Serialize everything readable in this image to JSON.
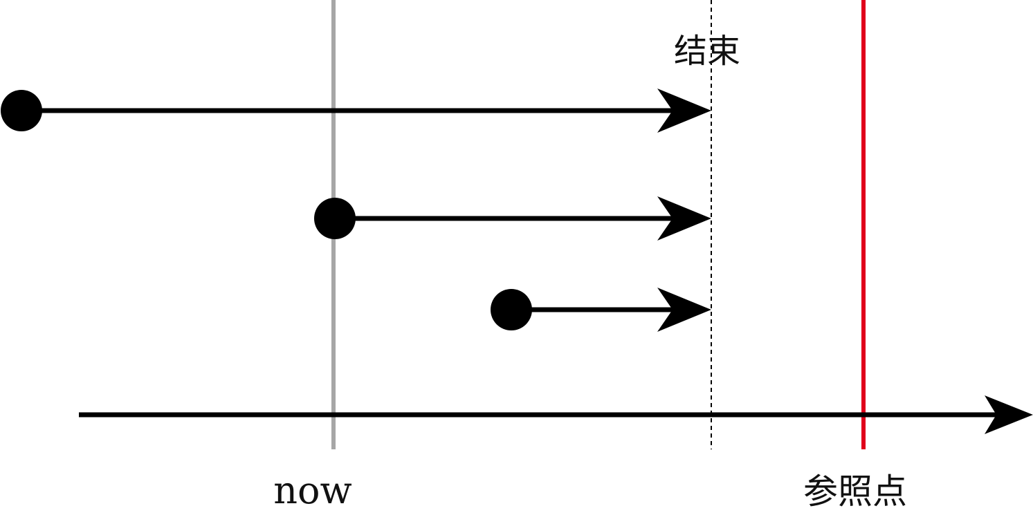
{
  "labels": {
    "end": "结束",
    "now": "now",
    "reference": "参照点"
  },
  "colors": {
    "background": "#ffffff",
    "ink": "#000000",
    "now_line": "#a6a6a6",
    "reference_line": "#e0001b"
  },
  "arrows": [
    {
      "name": "interval-arrow-1",
      "start_marker": "dot"
    },
    {
      "name": "interval-arrow-2",
      "start_marker": "dot"
    },
    {
      "name": "interval-arrow-3",
      "start_marker": "dot"
    }
  ]
}
